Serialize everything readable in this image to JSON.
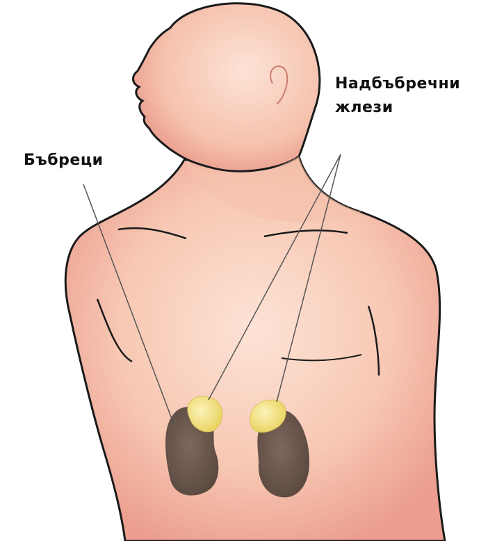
{
  "labels": {
    "kidneys": "Бъбреци",
    "adrenal_line1": "Надбъбречни",
    "adrenal_line2": "жлези"
  },
  "colors": {
    "skin": "#f7c8b3",
    "skin_shadow": "#e9958a",
    "outline": "#1a1a1a",
    "kidney": "#6e5a4f",
    "adrenal": "#f3e27a",
    "pointer_line": "#555555"
  }
}
